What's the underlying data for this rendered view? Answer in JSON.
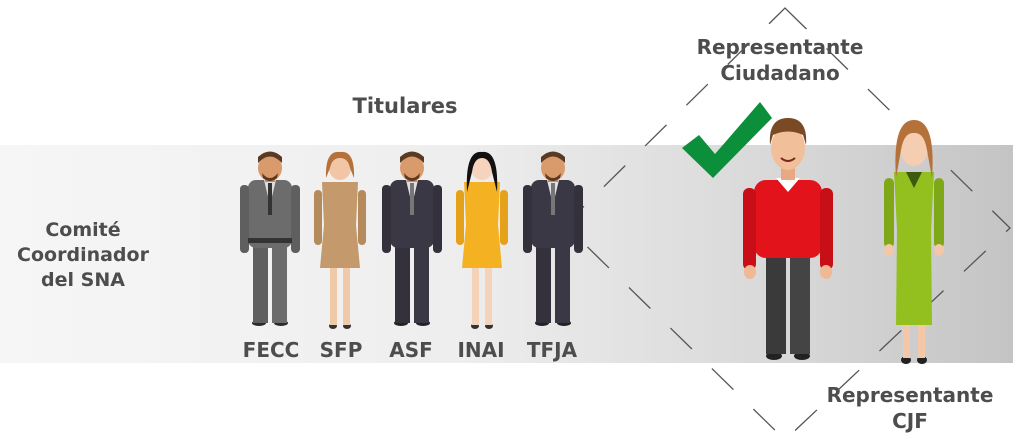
{
  "title": "Titulares",
  "comite": {
    "line1": "Comité",
    "line2": "Coordinador",
    "line3": "del SNA"
  },
  "representante_ciudadano": {
    "line1": "Representante",
    "line2": "Ciudadano"
  },
  "representante_cjf": {
    "line1": "Representante",
    "line2": "CJF"
  },
  "titulares": [
    {
      "label": "FECC"
    },
    {
      "label": "SFP"
    },
    {
      "label": "ASF"
    },
    {
      "label": "INAI"
    },
    {
      "label": "TFJA"
    }
  ],
  "colors": {
    "check": "#0b8f3a",
    "red_sweater": "#e3131b",
    "green_dress": "#93c01f",
    "tan_dress": "#c49a6c",
    "yellow_dress": "#f4b223",
    "gray_suit": "#6c6c6c",
    "dark_suit": "#3b3845"
  },
  "icons": [
    "checkmark-icon",
    "person-icon"
  ]
}
